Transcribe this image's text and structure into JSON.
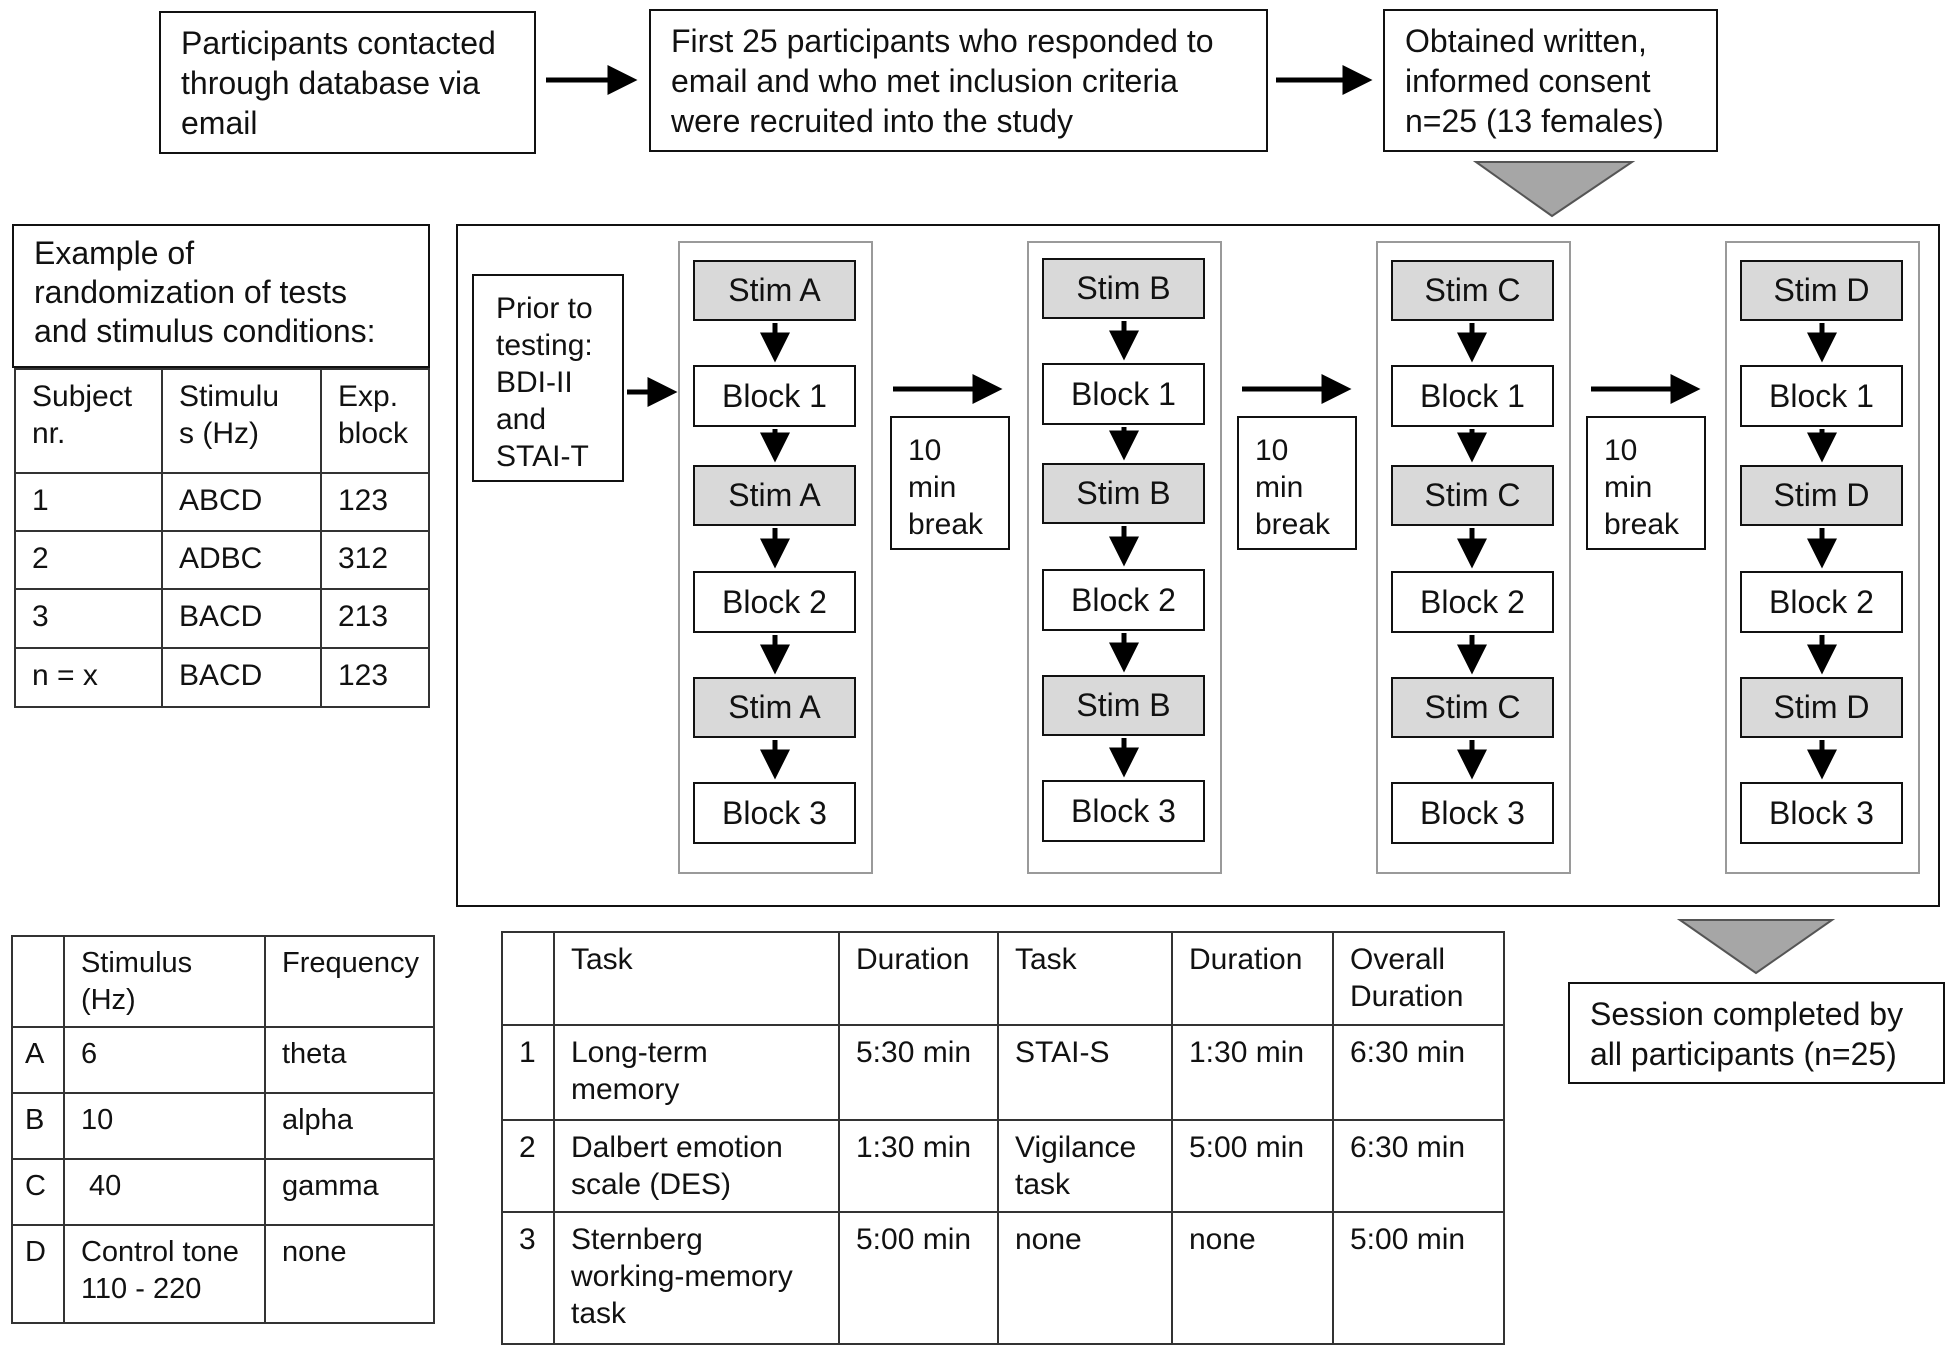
{
  "flow_top": {
    "box1": "Participants contacted\nthrough database via\nemail",
    "box2": "First 25 participants who responded to\nemail and who met inclusion criteria\nwere recruited into the study",
    "box3": "Obtained written,\ninformed consent\nn=25 (13 females)"
  },
  "randomization": {
    "title": "Example of\nrandomization of tests\nand stimulus conditions:",
    "headers": [
      "Subject\nnr.",
      "Stimulu\ns (Hz)",
      "Exp.\nblock"
    ],
    "rows": [
      [
        "1",
        "ABCD",
        "123"
      ],
      [
        "2",
        "ADBC",
        "312"
      ],
      [
        "3",
        "BACD",
        "213"
      ],
      [
        "n = x",
        "BACD",
        "123"
      ]
    ]
  },
  "prior_testing": "Prior to\ntesting:\nBDI-II\nand\nSTAI-T",
  "sessions": [
    {
      "stim": "Stim A",
      "blocks": [
        "Block 1",
        "Block 2",
        "Block 3"
      ]
    },
    {
      "stim": "Stim B",
      "blocks": [
        "Block 1",
        "Block 2",
        "Block 3"
      ]
    },
    {
      "stim": "Stim C",
      "blocks": [
        "Block 1",
        "Block 2",
        "Block 3"
      ]
    },
    {
      "stim": "Stim D",
      "blocks": [
        "Block 1",
        "Block 2",
        "Block 3"
      ]
    }
  ],
  "break_label": "10\nmin\nbreak",
  "stimulus_table": {
    "headers": [
      "",
      "Stimulus\n(Hz)",
      "Frequency"
    ],
    "rows": [
      [
        "A",
        "6",
        "theta"
      ],
      [
        "B",
        "10",
        "alpha"
      ],
      [
        "C",
        " 40",
        "gamma"
      ],
      [
        "D",
        "Control tone\n110 - 220",
        "none"
      ]
    ]
  },
  "task_table": {
    "headers": [
      "",
      "Task",
      "Duration",
      "Task",
      "Duration",
      "Overall\nDuration"
    ],
    "rows": [
      [
        "1",
        "Long-term\nmemory",
        "5:30 min",
        "STAI-S",
        "1:30 min",
        "6:30 min"
      ],
      [
        "2",
        "Dalbert emotion\nscale (DES)",
        "1:30 min",
        "Vigilance\ntask",
        "5:00 min",
        "6:30 min"
      ],
      [
        "3",
        "Sternberg\nworking-memory\ntask",
        "5:00 min",
        "none",
        "none",
        "5:00 min"
      ]
    ]
  },
  "completion": "Session completed by\nall participants (n=25)",
  "colors": {
    "stim_fill": "#d9d9d9",
    "triangle_fill": "#a6a6a6",
    "group_border": "#9a9a9a"
  }
}
